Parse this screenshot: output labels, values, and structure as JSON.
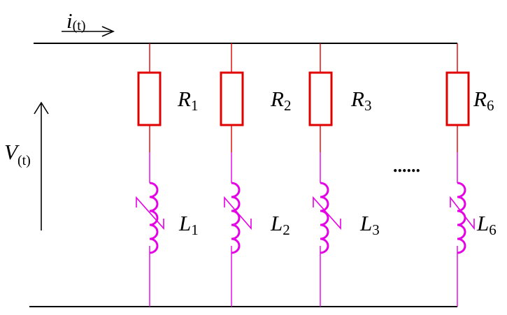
{
  "current_label": {
    "symbol": "i",
    "subscript": "(t)"
  },
  "voltage_label": {
    "symbol": "V",
    "subscript": "(t)"
  },
  "ellipsis": "......",
  "branches": [
    {
      "resistor": {
        "symbol": "R",
        "index": "1"
      },
      "inductor": {
        "symbol": "L",
        "index": "1"
      }
    },
    {
      "resistor": {
        "symbol": "R",
        "index": "2"
      },
      "inductor": {
        "symbol": "L",
        "index": "2"
      }
    },
    {
      "resistor": {
        "symbol": "R",
        "index": "3"
      },
      "inductor": {
        "symbol": "L",
        "index": "3"
      }
    },
    {
      "resistor": {
        "symbol": "R",
        "index": "6"
      },
      "inductor": {
        "symbol": "L",
        "index": "6"
      }
    }
  ],
  "colors": {
    "wire": "#000000",
    "resistor": "#e00000",
    "inductor": "#e600e6",
    "text": "#000000"
  }
}
